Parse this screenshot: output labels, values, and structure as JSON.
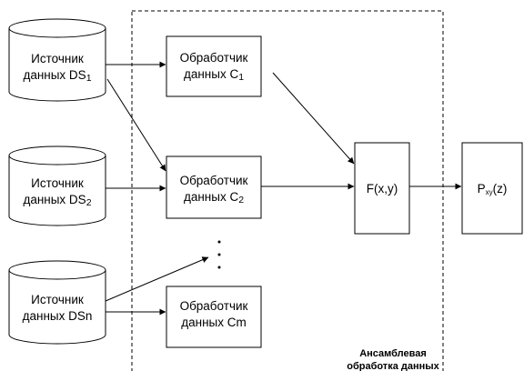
{
  "sources": [
    {
      "line1": "Источник",
      "line2_main": "данных DS",
      "line2_sub": "1"
    },
    {
      "line1": "Источник",
      "line2_main": "данных DS",
      "line2_sub": "2"
    },
    {
      "line1": "Источник",
      "line2_main": "данных DSn",
      "line2_sub": ""
    }
  ],
  "handlers": [
    {
      "line1": "Обработчик",
      "line2_main": "данных C",
      "line2_sub": "1"
    },
    {
      "line1": "Обработчик",
      "line2_main": "данных C",
      "line2_sub": "2"
    },
    {
      "line1": "Обработчик",
      "line2_main": "данных Cm",
      "line2_sub": ""
    }
  ],
  "combiner": {
    "label": "F(x,y)"
  },
  "output": {
    "main": "P",
    "sub": "xy",
    "tail": "(z)"
  },
  "ensemble": {
    "label_line1": "Ансамблевая",
    "label_line2": "обработка данных"
  },
  "colors": {
    "stroke": "#000000",
    "fill": "#ffffff"
  }
}
